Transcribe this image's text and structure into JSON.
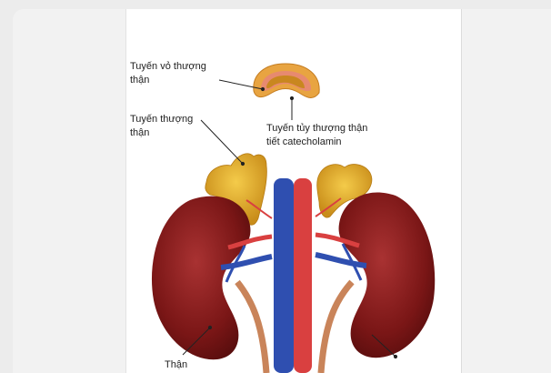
{
  "diagram": {
    "labels": {
      "adrenal_cortex": "Tuyến vỏ thượng\nthận",
      "adrenal_gland": "Tuyến thượng\nthận",
      "adrenal_medulla": "Tuyến tủy thượng thận\ntiết catecholamin",
      "kidney": "Thận"
    },
    "colors": {
      "kidney": "#7a1616",
      "kidney_highlight": "#a52b2b",
      "adrenal": "#e6b02a",
      "adrenal_cortex_ring": "#e78a6f",
      "artery": "#d94040",
      "vein": "#2f4fb0",
      "ureter": "#c9845a"
    }
  }
}
